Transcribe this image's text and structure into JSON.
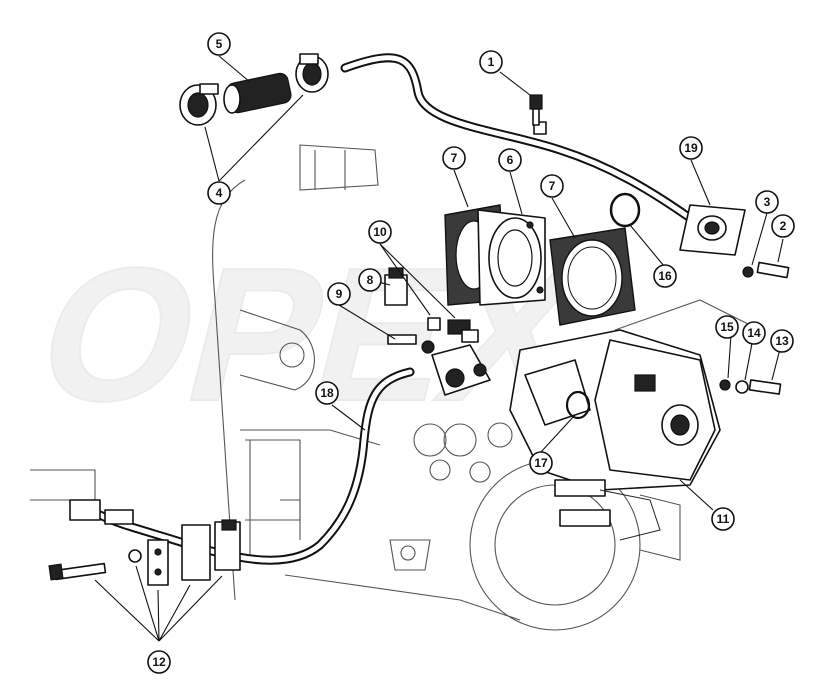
{
  "callouts": [
    {
      "id": "c1",
      "label": "1"
    },
    {
      "id": "c2",
      "label": "2"
    },
    {
      "id": "c3",
      "label": "3"
    },
    {
      "id": "c4",
      "label": "4"
    },
    {
      "id": "c5",
      "label": "5"
    },
    {
      "id": "c6",
      "label": "6"
    },
    {
      "id": "c7a",
      "label": "7"
    },
    {
      "id": "c7b",
      "label": "7"
    },
    {
      "id": "c8",
      "label": "8"
    },
    {
      "id": "c9",
      "label": "9"
    },
    {
      "id": "c10",
      "label": "10"
    },
    {
      "id": "c11",
      "label": "11"
    },
    {
      "id": "c12",
      "label": "12"
    },
    {
      "id": "c13",
      "label": "13"
    },
    {
      "id": "c14",
      "label": "14"
    },
    {
      "id": "c15",
      "label": "15"
    },
    {
      "id": "c16",
      "label": "16"
    },
    {
      "id": "c17",
      "label": "17"
    },
    {
      "id": "c18",
      "label": "18"
    },
    {
      "id": "c19",
      "label": "19"
    }
  ],
  "watermark": {
    "text": "OPEX"
  },
  "colors": {
    "ink": "#111111",
    "background": "#ffffff",
    "watermark": "#e6e6e6"
  }
}
